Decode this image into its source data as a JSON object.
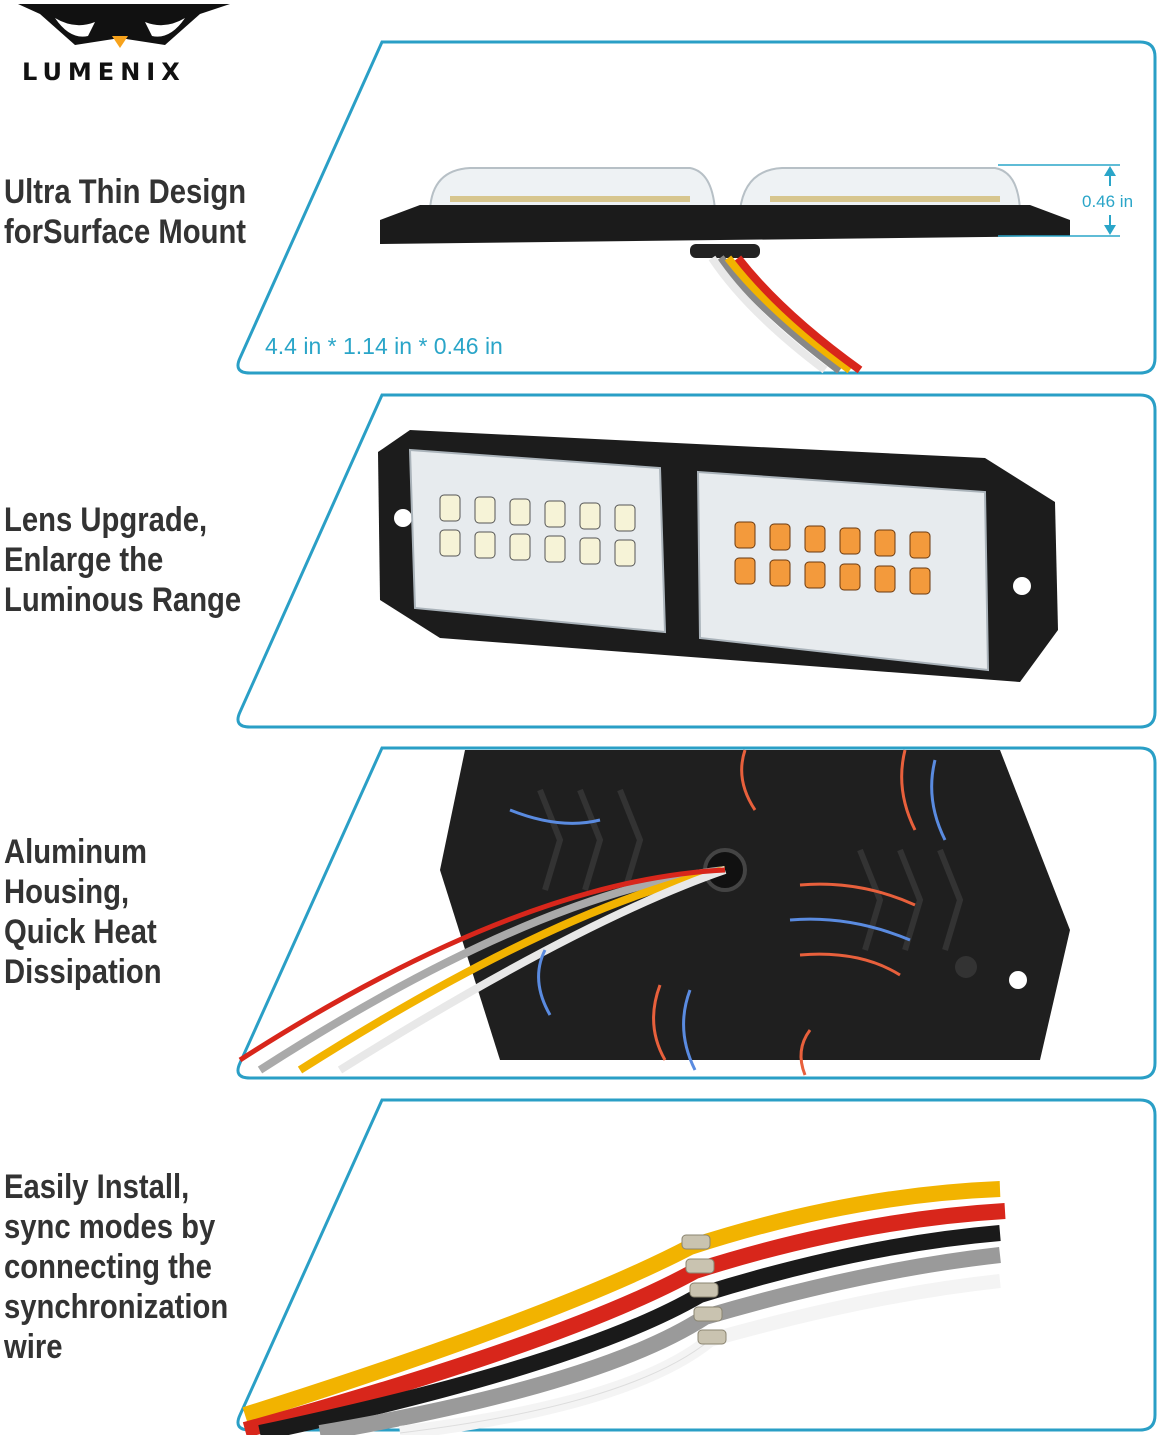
{
  "brand": {
    "logo_text": "LUMENIX",
    "accent_color": "#f7a21b"
  },
  "frame_color": "#2a9fc6",
  "panels": [
    {
      "feature_lines": [
        "Ultra Thin Design",
        "forSurface Mount"
      ],
      "dimensions": "4.4 in * 1.14 in * 0.46 in",
      "height_label": "0.46 in"
    },
    {
      "feature_lines": [
        "Lens Upgrade,",
        "Enlarge the",
        "Luminous Range"
      ]
    },
    {
      "feature_lines": [
        "Aluminum",
        "Housing,",
        "Quick Heat",
        "Dissipation"
      ]
    },
    {
      "feature_lines": [
        "Easily Install,",
        "sync modes by",
        "connecting the",
        "synchronization",
        "wire"
      ]
    }
  ]
}
